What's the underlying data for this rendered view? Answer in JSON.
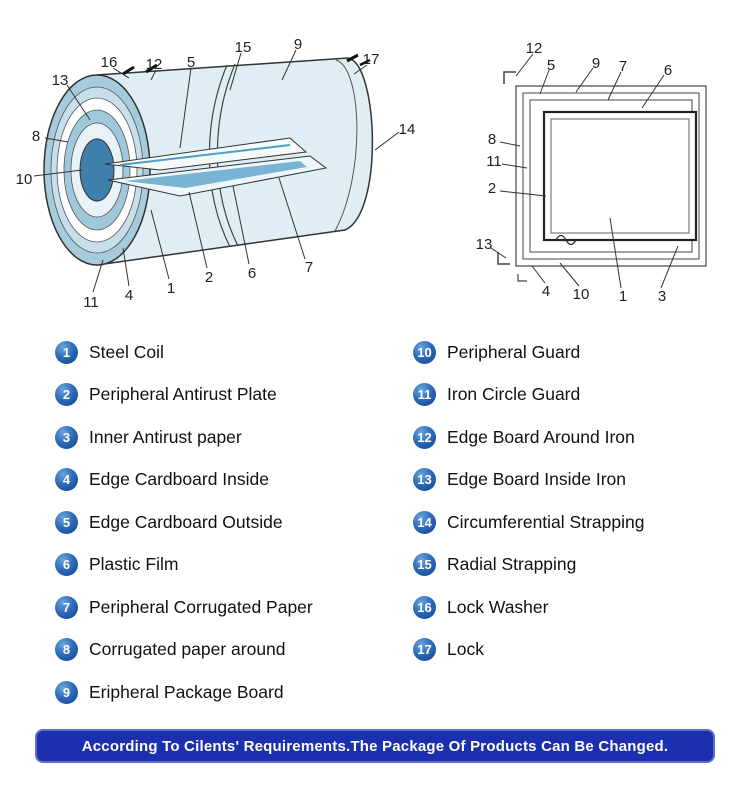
{
  "banner": {
    "text": "According To Cilents' Requirements.The Package Of Products Can Be Changed."
  },
  "colors": {
    "banner_bg": "#1c2fae",
    "banner_border": "#5b6ec9",
    "circle_blue": "#1256a8",
    "coil_light_blue": "#b9d7e6",
    "coil_pale_blue": "#dfeef5",
    "coil_bore_blue": "#3e7fab",
    "line_color": "#333333"
  },
  "legend": {
    "left": [
      {
        "num": "1",
        "label": "Steel Coil"
      },
      {
        "num": "2",
        "label": "Peripheral Antirust Plate"
      },
      {
        "num": "3",
        "label": "Inner Antirust paper"
      },
      {
        "num": "4",
        "label": "Edge Cardboard Inside"
      },
      {
        "num": "5",
        "label": "Edge Cardboard Outside"
      },
      {
        "num": "6",
        "label": "Plastic Film"
      },
      {
        "num": "7",
        "label": "Peripheral Corrugated Paper"
      },
      {
        "num": "8",
        "label": "Corrugated paper around"
      },
      {
        "num": "9",
        "label": "Eripheral Package Board"
      }
    ],
    "right": [
      {
        "num": "10",
        "label": "Peripheral Guard"
      },
      {
        "num": "11",
        "label": "Iron Circle Guard"
      },
      {
        "num": "12",
        "label": "Edge Board Around Iron"
      },
      {
        "num": "13",
        "label": "Edge Board Inside Iron"
      },
      {
        "num": "14",
        "label": "Circumferential Strapping"
      },
      {
        "num": "15",
        "label": "Radial Strapping"
      },
      {
        "num": "16",
        "label": "Lock Washer"
      },
      {
        "num": "17",
        "label": "Lock"
      }
    ]
  },
  "diagram_left": {
    "labels": [
      "13",
      "16",
      "12",
      "5",
      "15",
      "9",
      "17",
      "8",
      "10",
      "14",
      "11",
      "4",
      "1",
      "2",
      "6",
      "7"
    ]
  },
  "diagram_right": {
    "labels": [
      "12",
      "5",
      "9",
      "7",
      "6",
      "8",
      "11",
      "2",
      "13",
      "4",
      "10",
      "1",
      "3"
    ]
  }
}
